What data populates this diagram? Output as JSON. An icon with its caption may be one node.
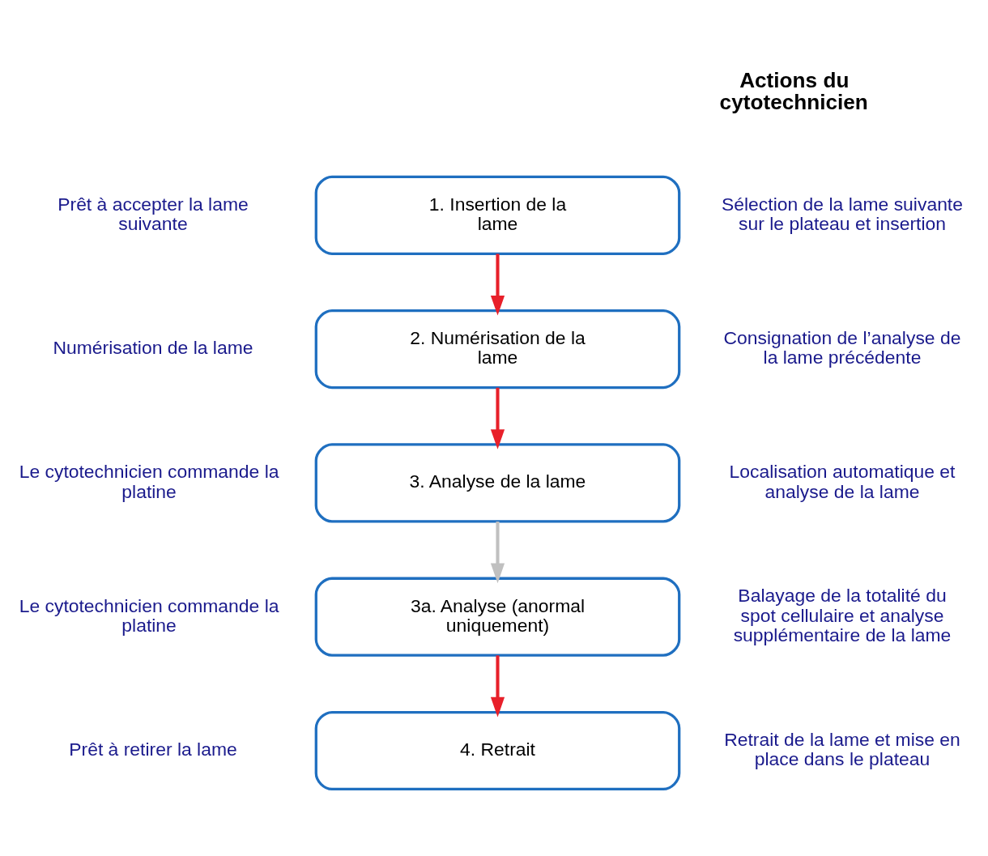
{
  "diagram": {
    "nodes": [
      {
        "text": [
          "1. Insertion de la lame"
        ]
      },
      {
        "text": [
          "2. Numérisation de la lame"
        ]
      },
      {
        "text": [
          "3. Analyse de la lame"
        ]
      },
      {
        "text": [
          "3a. Analyse (anormal uniquement)"
        ]
      },
      {
        "text": [
          "4. Retrait"
        ]
      }
    ],
    "edges": [
      {
        "from": 0,
        "to": 1,
        "arrow": "to"
      },
      {
        "from": 1,
        "to": 2,
        "arrow": "to"
      },
      {
        "from": 2,
        "to": 3,
        "arrow": "to",
        "color": "#c0c0c0"
      },
      {
        "from": 3,
        "to": 4,
        "arrow": "to"
      }
    ],
    "labels": [
      "Actions du cytotechnicien",
      "Prêt à accepter la lame suivante",
      "Sélection de la lame suivante sur le plateau et insertion",
      "Numérisation de la lame",
      "Consignation de l’analyse de la lame précédente",
      "Le cytotechnicien commande la platine",
      "Localisation automatique et analyse de la lame",
      "Le cytotechnicien commande la platine",
      "Balayage de la totalité du spot cellulaire et analyse supplémentaire de la lame",
      "Prêt à retirer la lame",
      "Retrait de la lame et mise en place dans le plateau"
    ]
  }
}
